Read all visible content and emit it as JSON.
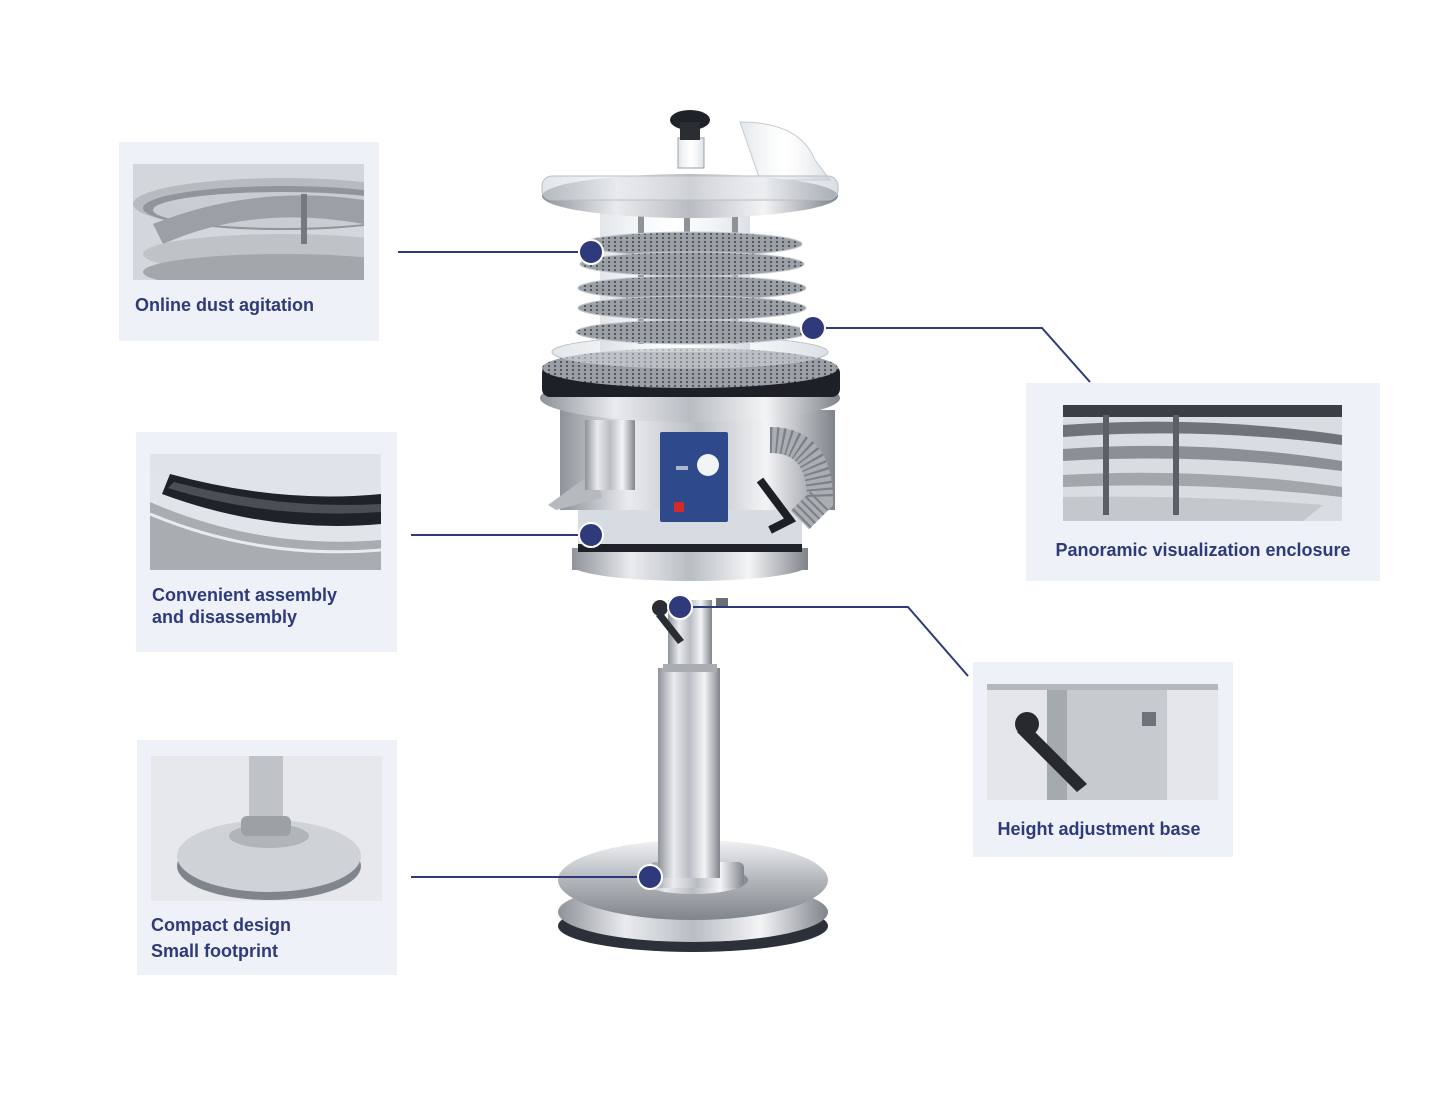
{
  "accent_color": "#2e3a7a",
  "card_background": "#eef1f7",
  "features": [
    {
      "id": "online-dust-agitation",
      "lines": [
        "Online dust agitation"
      ]
    },
    {
      "id": "convenient-assembly",
      "lines": [
        "Convenient assembly",
        "and disassembly"
      ]
    },
    {
      "id": "compact-design",
      "lines": [
        "Compact design",
        "Small footprint"
      ]
    },
    {
      "id": "panoramic-visualization",
      "lines": [
        "Panoramic visualization enclosure"
      ]
    },
    {
      "id": "height-adjustment",
      "lines": [
        "Height adjustment base"
      ]
    }
  ]
}
